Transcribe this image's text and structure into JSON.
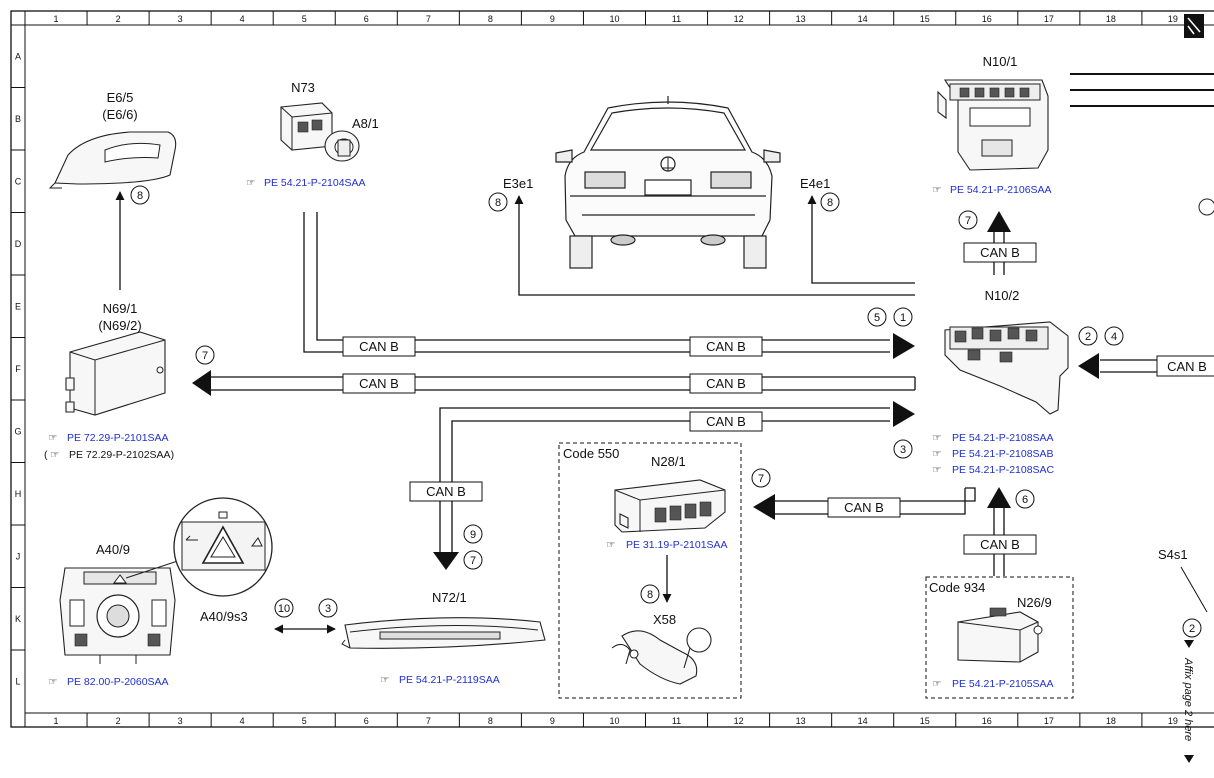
{
  "grid": {
    "cols": [
      "1",
      "2",
      "3",
      "4",
      "5",
      "6",
      "7",
      "8",
      "9",
      "10",
      "11",
      "12",
      "13",
      "14",
      "15",
      "16",
      "17",
      "18",
      "19"
    ],
    "rows": [
      "A",
      "B",
      "C",
      "D",
      "E",
      "F",
      "G",
      "H",
      "J",
      "K",
      "L"
    ]
  },
  "components": {
    "e65": {
      "label": "E6/5",
      "alt": "(E6/6)"
    },
    "n73": {
      "label": "N73",
      "ref": "PE 54.21-P-2104SAA"
    },
    "a81": {
      "label": "A8/1"
    },
    "e3e1": {
      "label": "E3e1"
    },
    "e4e1": {
      "label": "E4e1"
    },
    "n101": {
      "label": "N10/1",
      "ref": "PE 54.21-P-2106SAA"
    },
    "n102": {
      "label": "N10/2",
      "refs": [
        "PE 54.21-P-2108SAA",
        "PE 54.21-P-2108SAB",
        "PE 54.21-P-2108SAC"
      ]
    },
    "n691": {
      "label": "N69/1",
      "alt": "(N69/2)",
      "ref": "PE 72.29-P-2101SAA",
      "ref2": "PE 72.29-P-2102SAA)",
      "ref2_open": "("
    },
    "code550": {
      "label": "Code 550"
    },
    "n281": {
      "label": "N28/1",
      "ref": "PE 31.19-P-2101SAA"
    },
    "x58": {
      "label": "X58"
    },
    "a409": {
      "label": "A40/9",
      "ref": "PE 82.00-P-2060SAA"
    },
    "a409s3": {
      "label": "A40/9s3"
    },
    "n721": {
      "label": "N72/1",
      "ref": "PE 54.21-P-2119SAA"
    },
    "code934": {
      "label": "Code 934"
    },
    "n269": {
      "label": "N26/9",
      "ref": "PE 54.21-P-2105SAA"
    },
    "s4s1": {
      "label": "S4s1"
    }
  },
  "bus_label": "CAN B",
  "circles": {
    "e65": "8",
    "e3e1": "8",
    "e4e1": "8",
    "n101": "7",
    "n102_a": "5",
    "n102_b": "1",
    "right_a": "2",
    "right_b": "4",
    "n691": "7",
    "g_row": "3",
    "n72_a": "9",
    "n72_b": "7",
    "n281_in": "7",
    "n281_out": "8",
    "up6": "6",
    "k_a": "10",
    "k_b": "3",
    "side": "2"
  },
  "side_note": "Affix page 2 here"
}
